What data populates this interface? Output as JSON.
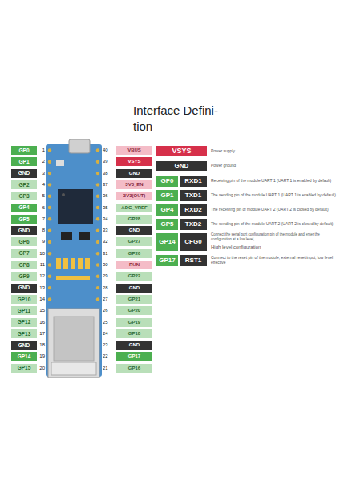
{
  "diagram": {
    "title": "Interface Defini- tion",
    "labels": [
      "GP0",
      "1",
      "GP1",
      "2",
      "GND",
      "3",
      "GP2",
      "4",
      "GP3",
      "5",
      "GP4",
      "6",
      "GP5",
      "7",
      "GND",
      "8",
      "GP6",
      "9",
      "GP7",
      "10",
      "GP8",
      "11",
      "GP9",
      "12",
      "GND",
      "13",
      "GP10",
      "14",
      "GP11",
      "15",
      "GP12",
      "16",
      "GP13",
      "17",
      "GND",
      "18",
      "GP14",
      "19",
      "GP15",
      "20",
      "40",
      "VBUS",
      "39",
      "VSYS",
      "38",
      "GND",
      "37",
      "3V3_EN",
      "36",
      "3V3(OUT)",
      "35",
      "ADC_VREF",
      "34",
      "GP28",
      "33",
      "GND",
      "32",
      "GP27",
      "31",
      "GP26",
      "30",
      "RUN",
      "29",
      "GP22",
      "28",
      "GND",
      "27",
      "GP21",
      "26",
      "GP20",
      "25",
      "GP19",
      "24",
      "GP18",
      "23",
      "GND",
      "22",
      "GP17",
      "21",
      "GP16",
      "VSYS",
      "Power supply",
      "GND",
      "Power ground",
      "GP0",
      "RXD1",
      "Receiving pin of the module UART 1 (UART 1 is enabled by default)",
      "GP1",
      "TXD1",
      "The sending pin of the module UART 1 (UART 1 is enabled by default)",
      "GP4",
      "RXD2",
      "The receiving pin of module UART 2 (UART 2 is closed by default)",
      "GP5",
      "TXD2",
      "The sending pin of the module UART 2 (UART 2 is closed by default)",
      "GP14",
      "CFG0",
      "Connect the serial port configuration pin of the module and enter the configuration at a low level,",
      "High level configuration",
      "GP17",
      "RST1",
      "Connect to the reset pin of the module, external reset input, low level effective"
    ]
  }
}
